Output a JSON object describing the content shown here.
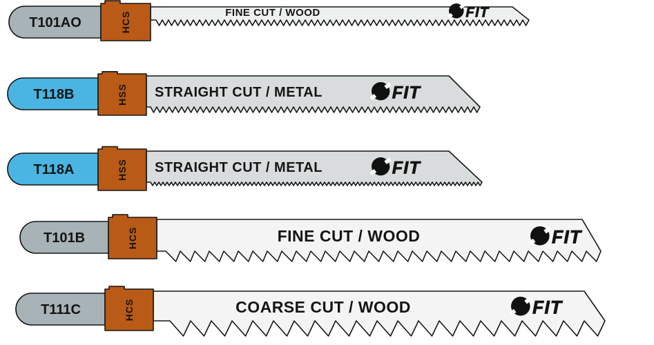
{
  "brand": {
    "logo_text": "FIT"
  },
  "accent_color": "#b95a17",
  "blades": [
    {
      "model": "T101AO",
      "material": "HCS",
      "label": "FINE CUT / WOOD",
      "shank_color": "#a7b3b6",
      "blade_color": "#eef0ef",
      "teeth": "fine"
    },
    {
      "model": "T118B",
      "material": "HSS",
      "label": "STRAIGHT CUT / METAL",
      "shank_color": "#4ab5e2",
      "blade_color": "#d8dcdc",
      "teeth": "fine"
    },
    {
      "model": "T118A",
      "material": "HSS",
      "label": "STRAIGHT CUT / METAL",
      "shank_color": "#4ab5e2",
      "blade_color": "#d8dcdc",
      "teeth": "extra-fine"
    },
    {
      "model": "T101B",
      "material": "HCS",
      "label": "FINE CUT / WOOD",
      "shank_color": "#a7b3b6",
      "blade_color": "#f3f4f3",
      "teeth": "medium"
    },
    {
      "model": "T111C",
      "material": "HCS",
      "label": "COARSE CUT / WOOD",
      "shank_color": "#a7b3b6",
      "blade_color": "#f3f4f3",
      "teeth": "coarse"
    }
  ]
}
